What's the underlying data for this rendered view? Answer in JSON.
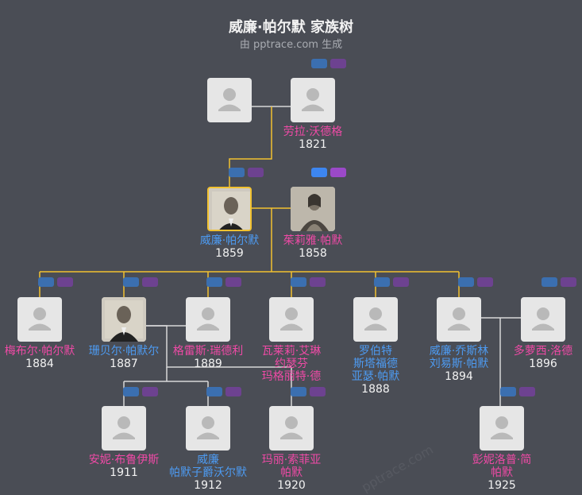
{
  "header": {
    "title": "威廉·帕尔默 家族树",
    "subtitle": "由 pptrace.com 生成"
  },
  "watermark": "pptrace.com",
  "colors": {
    "male": "#4d9bf2",
    "female": "#ef4aa6",
    "line_main": "#f2c230",
    "line": "#d8d8d8"
  },
  "people": [
    {
      "id": "gp-unknown",
      "name": "",
      "year": "",
      "gender": "unknown",
      "photo": false,
      "highlight": false
    },
    {
      "id": "gm-laura",
      "name": "劳拉·沃德格",
      "year": "1821",
      "gender": "female",
      "photo": false,
      "highlight": false
    },
    {
      "id": "william",
      "name": "威廉·帕尔默",
      "year": "1859",
      "gender": "male",
      "photo": true,
      "highlight": true
    },
    {
      "id": "julia",
      "name": "茱莉雅·帕默",
      "year": "1858",
      "gender": "female",
      "photo": true,
      "highlight": false
    },
    {
      "id": "mabel",
      "name": "梅布尔·帕尔默",
      "year": "1884",
      "gender": "female",
      "photo": false,
      "highlight": false
    },
    {
      "id": "sambell",
      "name": "珊贝尔·帕默尔",
      "year": "1887",
      "gender": "male",
      "photo": true,
      "highlight": false
    },
    {
      "id": "gregory",
      "name": "格雷斯·瑞德利",
      "year": "1889",
      "gender": "female",
      "photo": false,
      "highlight": false
    },
    {
      "id": "valerie",
      "name": "瓦莱莉·艾琳\n约瑟芬\n玛格丽特·德",
      "year": "",
      "gender": "female",
      "photo": false,
      "highlight": false
    },
    {
      "id": "robert",
      "name": "罗伯特\n斯塔福德\n亚瑟·帕默",
      "year": "1888",
      "gender": "male",
      "photo": false,
      "highlight": false
    },
    {
      "id": "william-james",
      "name": "威廉·乔斯林\n刘易斯·帕默",
      "year": "1894",
      "gender": "male",
      "photo": false,
      "highlight": false
    },
    {
      "id": "dorothy",
      "name": "多萝西·洛德",
      "year": "1896",
      "gender": "female",
      "photo": false,
      "highlight": false
    },
    {
      "id": "annie",
      "name": "安妮·布鲁伊斯",
      "year": "1911",
      "gender": "female",
      "photo": false,
      "highlight": false
    },
    {
      "id": "william-jr",
      "name": "威廉\n帕默子爵沃尔默",
      "year": "1912",
      "gender": "male",
      "photo": false,
      "highlight": false
    },
    {
      "id": "mary",
      "name": "玛丽·索菲亚\n帕默",
      "year": "1920",
      "gender": "female",
      "photo": false,
      "highlight": false
    },
    {
      "id": "penelope",
      "name": "彭妮洛普·简\n帕默",
      "year": "1925",
      "gender": "female",
      "photo": false,
      "highlight": false
    }
  ]
}
